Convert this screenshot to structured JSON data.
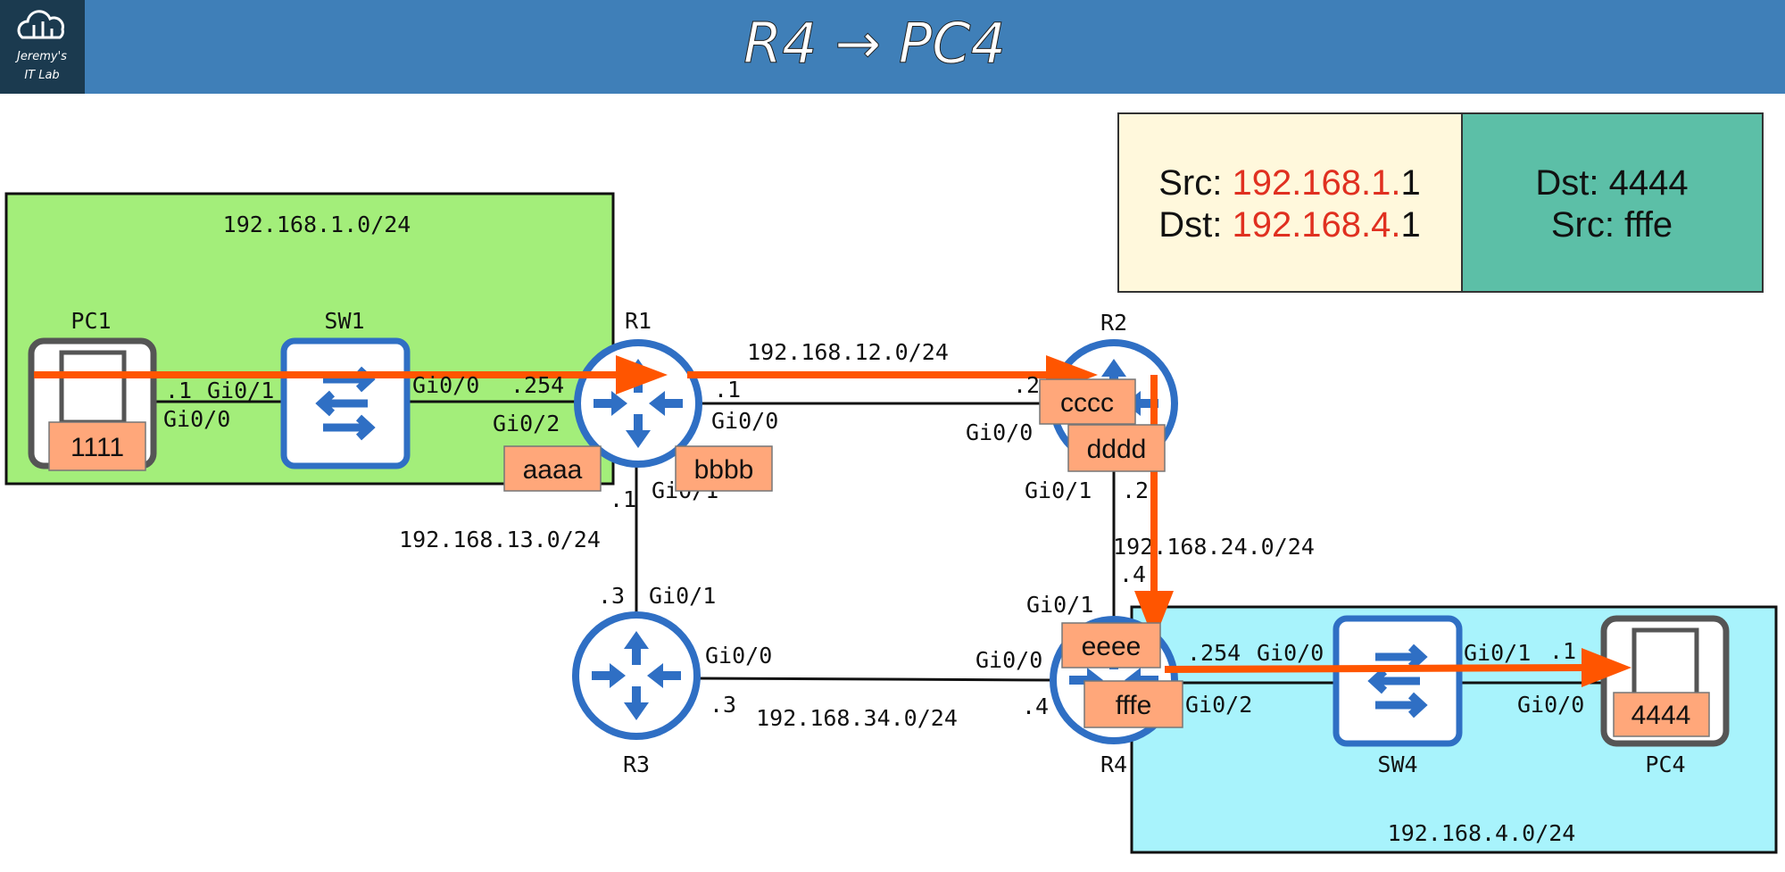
{
  "header": {
    "title": "R4 → PC4",
    "logo_text_1": "Jeremy's",
    "logo_text_2": "IT Lab",
    "bg_color": "#3f7fb8",
    "logo_bg": "#1b3a4f"
  },
  "info_box": {
    "l3": {
      "src_label": "Src: ",
      "src_net": "192.168.1.",
      "src_host": "1",
      "dst_label": "Dst: ",
      "dst_net": "192.168.4.",
      "dst_host": "1"
    },
    "l2": {
      "dst": "Dst: 4444",
      "src": "Src: fffe"
    },
    "highlight_color": "#e03020"
  },
  "networks": {
    "lan1": "192.168.1.0/24",
    "lan4": "192.168.4.0/24",
    "r1r2": "192.168.12.0/24",
    "r1r3": "192.168.13.0/24",
    "r2r4": "192.168.24.0/24",
    "r3r4": "192.168.34.0/24"
  },
  "devices": {
    "pc1": "PC1",
    "sw1": "SW1",
    "r1": "R1",
    "r2": "R2",
    "r3": "R3",
    "r4": "R4",
    "sw4": "SW4",
    "pc4": "PC4"
  },
  "labels": {
    "pc1_ip": ".1",
    "sw1_gi01": "Gi0/1",
    "pc1_gi00": "Gi0/0",
    "sw1_gi00": "Gi0/0",
    "r1_ip_lan": ".254",
    "r1_gi02": "Gi0/2",
    "r1_ip_12": ".1",
    "r1_gi00": "Gi0/0",
    "r2_gi00": "Gi0/0",
    "r2_ip_12": ".2",
    "r1_ip_13": ".1",
    "r1_gi01": "Gi0/1",
    "r3_ip_13": ".3",
    "r3_gi01": "Gi0/1",
    "r3_gi00": "Gi0/0",
    "r3_ip_34": ".3",
    "r4_gi00": "Gi0/0",
    "r4_ip_34": ".4",
    "r2_gi01": "Gi0/1",
    "r2_ip_24": ".2",
    "r4_gi01": "Gi0/1",
    "r4_ip_24": ".4",
    "r4_ip_lan": ".254",
    "sw4_gi00": "Gi0/0",
    "r4_gi02": "Gi0/2",
    "sw4_gi01": "Gi0/1",
    "pc4_ip": ".1",
    "pc4_gi00": "Gi0/0"
  },
  "macs": {
    "pc1": "1111",
    "r1_gi02": "aaaa",
    "r1_gi00": "bbbb",
    "r2_gi00": "cccc",
    "r2_gi01": "dddd",
    "r4_gi01": "eeee",
    "r4_gi02": "fffe",
    "pc4": "4444"
  },
  "colors": {
    "lan1": "#a3ee7a",
    "lan4": "#a8f3fc",
    "arrow": "#ff5500",
    "mac_box": "#ffa77a",
    "device_blue": "#2f6fc4",
    "l3_box": "#fff8dc",
    "l2_box": "#5cbfa7"
  }
}
